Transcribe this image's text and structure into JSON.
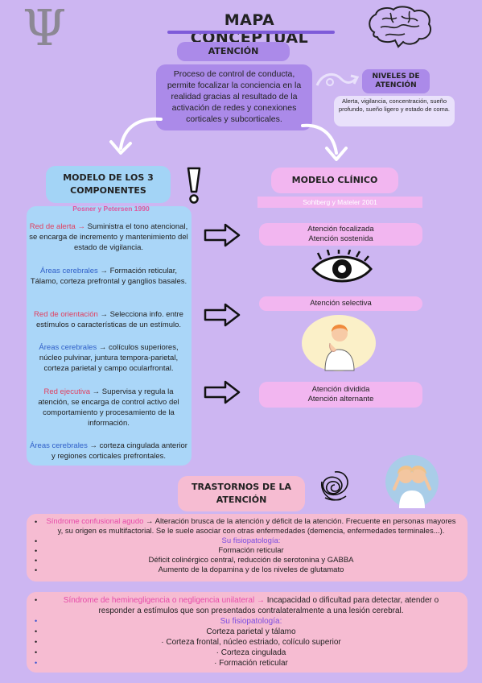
{
  "header": {
    "psi_symbol": "Ψ",
    "title": "MAPA CONCEPTUAL"
  },
  "atencion": {
    "heading": "ATENCIÓN",
    "definition": "Proceso de control de conducta, permite focalizar la conciencia en la realidad gracias al resultado de la activación de redes y conexiones corticales y subcorticales."
  },
  "niveles": {
    "heading": "NIVELES DE ATENCIÓN",
    "text": "Alerta, vigilancia, concentración, sueño profundo, sueño ligero y estado de coma."
  },
  "modelo3": {
    "heading": "MODELO DE LOS 3 COMPONENTES",
    "author": "Posner y Petersen  1990",
    "arrow": "→",
    "alerta_label": "Red de alerta",
    "alerta_text": " Suministra el tono atencional, se encarga de incremento y mantenimiento del estado de vigilancia.",
    "areas_label": "Áreas cerebrales",
    "alerta_areas": " Formación reticular, Tálamo, corteza prefrontal y ganglios basales.",
    "orient_label": "Red de orientación",
    "orient_text": " Selecciona info. entre estímulos o características de un estímulo.",
    "orient_areas": "   colículos superiores, núcleo pulvinar, juntura tempora-parietal, corteza parietal y campo ocularfrontal.",
    "ejec_label": "Red ejecutiva",
    "ejec_text": " Supervisa y regula la atención, se encarga de control activo del comportamiento y procesamiento de la información.",
    "ejec_areas": " corteza cingulada anterior y regiones corticales prefrontales."
  },
  "modelo_clinico": {
    "heading": "MODELO CLÍNICO",
    "author": "Sohlberg y Mateler 2001",
    "item1": "Atención focalizada",
    "item2": "Atención sostenida",
    "item3": "Atención selectiva",
    "item4": "Atención dividida",
    "item5": "Atención alternante"
  },
  "trastornos": {
    "heading": "TRASTORNOS DE LA ATENCIÓN",
    "bullet": "•",
    "arrow": "→",
    "sc_label": "Síndrome confusional agudo",
    "sc_text": " Alteración brusca de la atención y déficit de la atención. Frecuente en personas mayores y, su origen es multifactorial. Se le suele asociar con otras enfermedades (demencia, enfermedades terminales...).",
    "fisio_label": "Su fisiopatología:",
    "sc_f1": "Formación  reticular",
    "sc_f2": "Déficit colinérgico central, reducción de serotonina y GABBA",
    "sc_f3": "Aumento de la dopamina y de los niveles de glutamato",
    "sh_label": "Síndrome de heminegligencia o negligencia unilateral",
    "sh_text": "  Incapacidad o dificultad para detectar, atender o responder a estímulos que son presentados contralateralmente a una lesión cerebral.",
    "sh_f1": "Corteza parietal y tálamo",
    "sh_f2": "· Corteza frontal, núcleo estriado, colículo superior",
    "sh_f3": "· Corteza cingulada",
    "sh_f4": "· Formación reticular"
  }
}
